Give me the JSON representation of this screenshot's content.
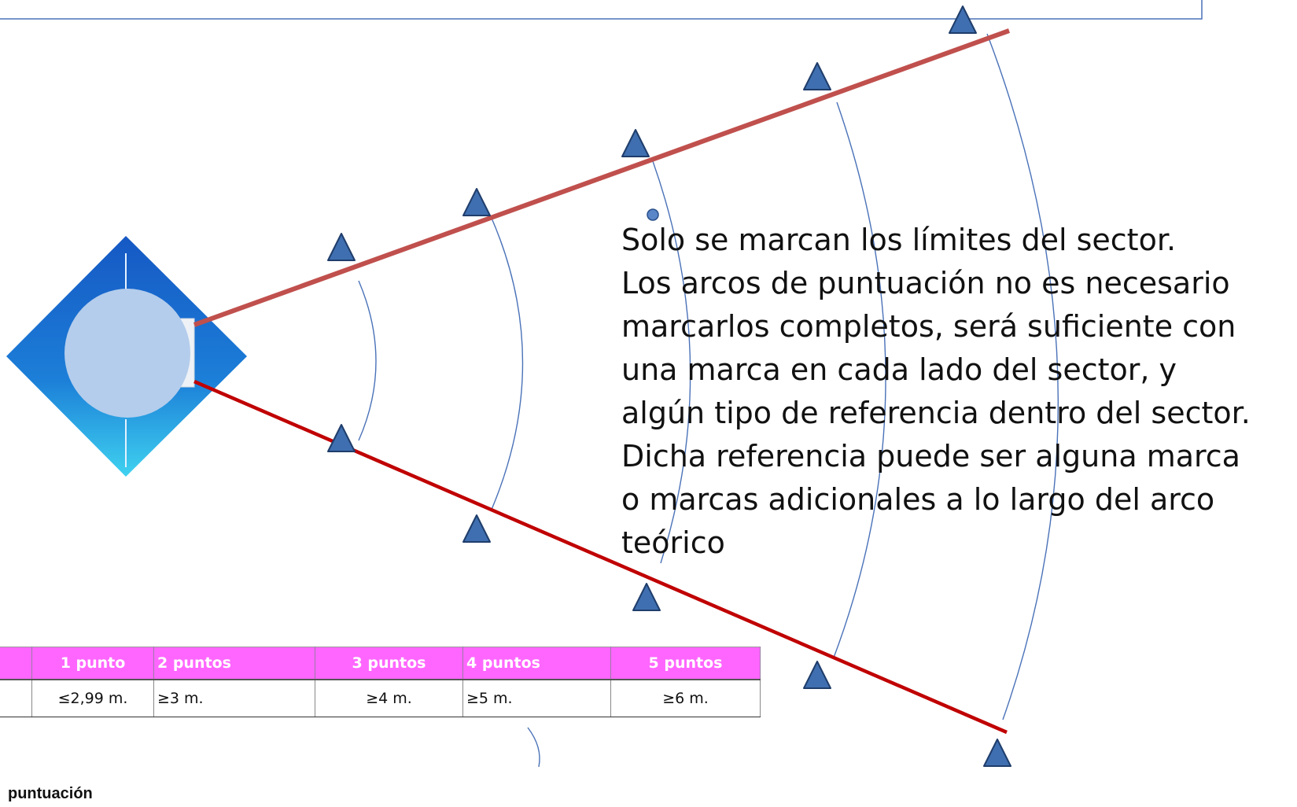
{
  "note": {
    "lines": [
      "Solo se marcan los límites del sector.",
      "Los arcos de puntuación no es necesario",
      "marcarlos completos, será suficiente con",
      "una marca en cada lado del sector, y",
      "algún tipo de referencia dentro del sector.",
      "Dicha referencia puede ser alguna marca",
      "o marcas adicionales a lo largo del arco",
      "teórico"
    ]
  },
  "table": {
    "headers": [
      "",
      "1 punto",
      "2 puntos",
      "3 puntos",
      "4 puntos",
      "5 puntos"
    ],
    "values": [
      "",
      "≤2,99 m.",
      "≥3 m.",
      "≥4 m.",
      "≥5 m.",
      "≥6 m."
    ]
  },
  "caption": "puntuación",
  "colors": {
    "sector_upper_line": "#c0504d",
    "sector_lower_line": "#c00000",
    "marker_fill": "#3f6fb0",
    "marker_stroke": "#1f3d6b",
    "arc_stroke": "#4a72b8",
    "header_fill": "#ff66ff",
    "circle_fill": "#b4cdec"
  },
  "icons": [
    "cone-marker-icon",
    "throwing-circle-icon"
  ]
}
